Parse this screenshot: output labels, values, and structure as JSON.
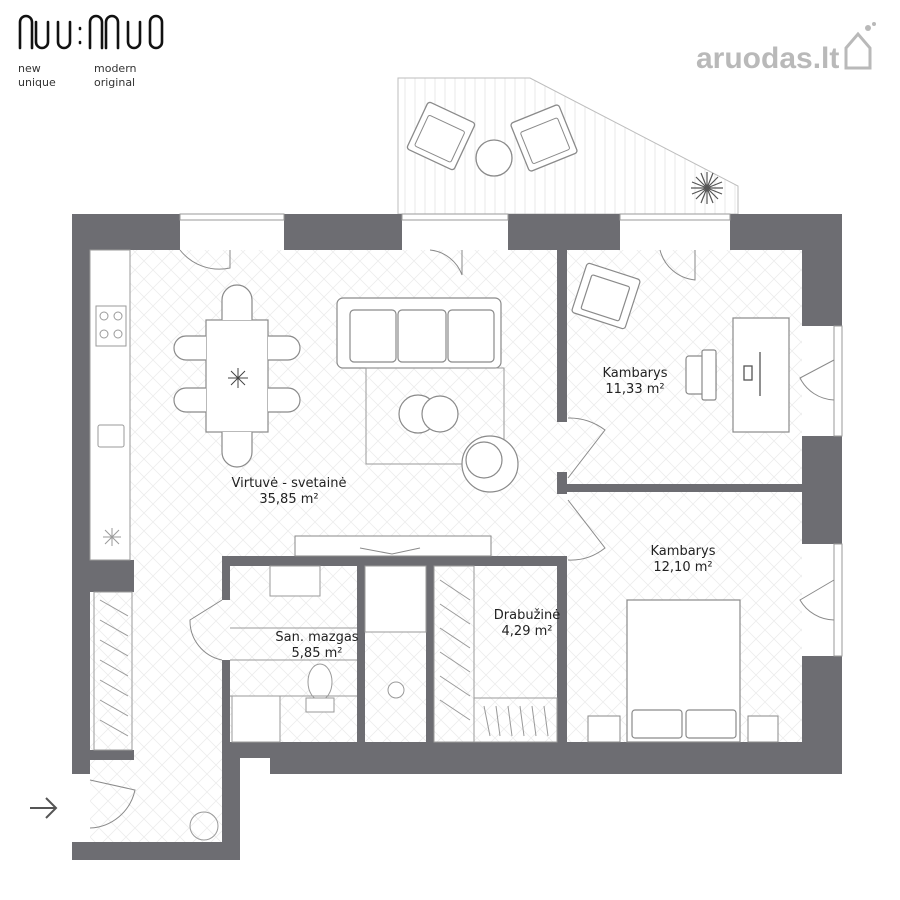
{
  "brand": {
    "logo_icon": "nuvono-logo",
    "tagline_col1": [
      "new",
      "unique"
    ],
    "tagline_col2": [
      "modern",
      "original"
    ]
  },
  "watermark": {
    "text": "aruodas.lt",
    "color": "#b9b9b9"
  },
  "colors": {
    "wall": "#6d6d72",
    "line": "#9a9a9a",
    "floor": "#fafafa",
    "text": "#222222"
  },
  "rooms": {
    "living": {
      "name": "Virtuvė - svetainė",
      "area": "35,85 m²"
    },
    "room1": {
      "name": "Kambarys",
      "area": "11,33 m²"
    },
    "room2": {
      "name": "Kambarys",
      "area": "12,10 m²"
    },
    "wardrobe": {
      "name": "Drabužinė",
      "area": "4,29 m²"
    },
    "bathroom": {
      "name": "San. mazgas",
      "area": "5,85 m²"
    }
  },
  "entrance": {
    "icon": "entrance-arrow-icon"
  }
}
